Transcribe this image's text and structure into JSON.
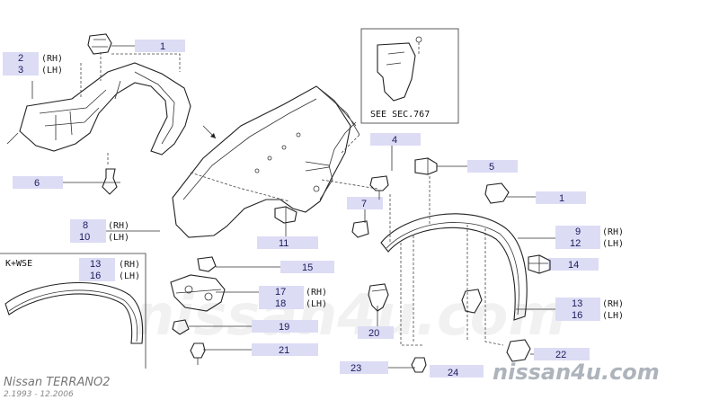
{
  "parts": [
    {
      "id": "p1a",
      "num": "1"
    },
    {
      "id": "p2",
      "num": "2",
      "side": "(RH)"
    },
    {
      "id": "p3",
      "num": "3",
      "side": "(LH)"
    },
    {
      "id": "p4",
      "num": "4"
    },
    {
      "id": "p5",
      "num": "5"
    },
    {
      "id": "p6",
      "num": "6"
    },
    {
      "id": "p1b",
      "num": "1"
    },
    {
      "id": "p7",
      "num": "7"
    },
    {
      "id": "p8",
      "num": "8",
      "side": "(RH)"
    },
    {
      "id": "p10",
      "num": "10",
      "side": "(LH)"
    },
    {
      "id": "p9",
      "num": "9",
      "side": "(RH)"
    },
    {
      "id": "p12",
      "num": "12",
      "side": "(LH)"
    },
    {
      "id": "p11",
      "num": "11"
    },
    {
      "id": "p13a",
      "num": "13",
      "side": "(RH)"
    },
    {
      "id": "p16a",
      "num": "16",
      "side": "(LH)"
    },
    {
      "id": "p14",
      "num": "14"
    },
    {
      "id": "p15",
      "num": "15"
    },
    {
      "id": "p17",
      "num": "17",
      "side": "(RH)"
    },
    {
      "id": "p18",
      "num": "18",
      "side": "(LH)"
    },
    {
      "id": "p13b",
      "num": "13",
      "side": "(RH)"
    },
    {
      "id": "p16b",
      "num": "16",
      "side": "(LH)"
    },
    {
      "id": "p19",
      "num": "19"
    },
    {
      "id": "p20",
      "num": "20"
    },
    {
      "id": "p21",
      "num": "21"
    },
    {
      "id": "p22",
      "num": "22"
    },
    {
      "id": "p23",
      "num": "23"
    },
    {
      "id": "p24",
      "num": "24"
    }
  ],
  "see_section": "SEE SEC.767",
  "variant_label": "K+WSE",
  "footer": {
    "model": "Nissan TERRANO2",
    "dates": "2.1993 - 12.2006",
    "watermark": "nissan4u.com"
  },
  "colors": {
    "badge": "#dcdcf5",
    "line": "#222222",
    "text": "#1a1a5c"
  }
}
